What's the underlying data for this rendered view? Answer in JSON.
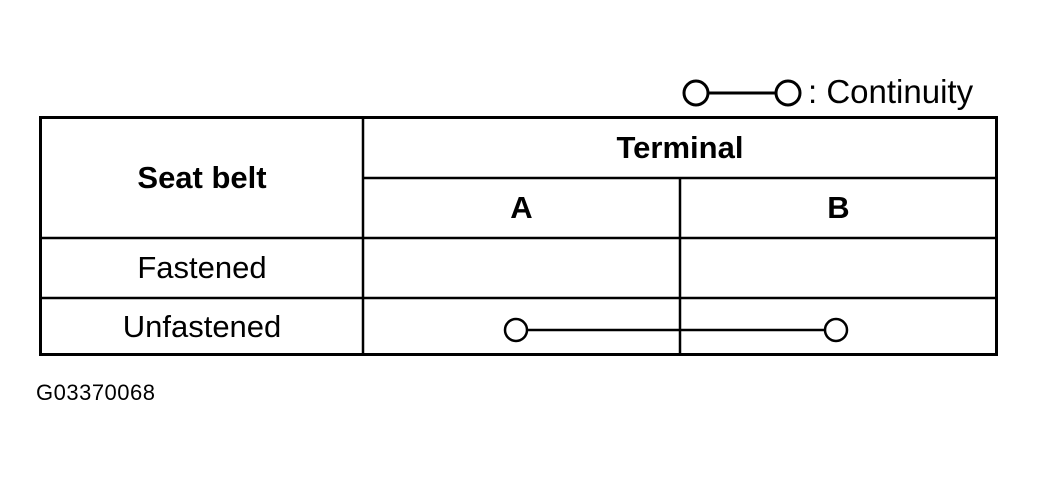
{
  "legend": {
    "symbol": "continuity-symbol-icon",
    "label": ": Continuity"
  },
  "table": {
    "header": {
      "row_label": "Seat belt",
      "group_label": "Terminal",
      "columns": [
        "A",
        "B"
      ]
    },
    "rows": [
      {
        "label": "Fastened",
        "continuity": []
      },
      {
        "label": "Unfastened",
        "continuity": [
          "A",
          "B"
        ]
      }
    ]
  },
  "figure_id": "G03370068"
}
